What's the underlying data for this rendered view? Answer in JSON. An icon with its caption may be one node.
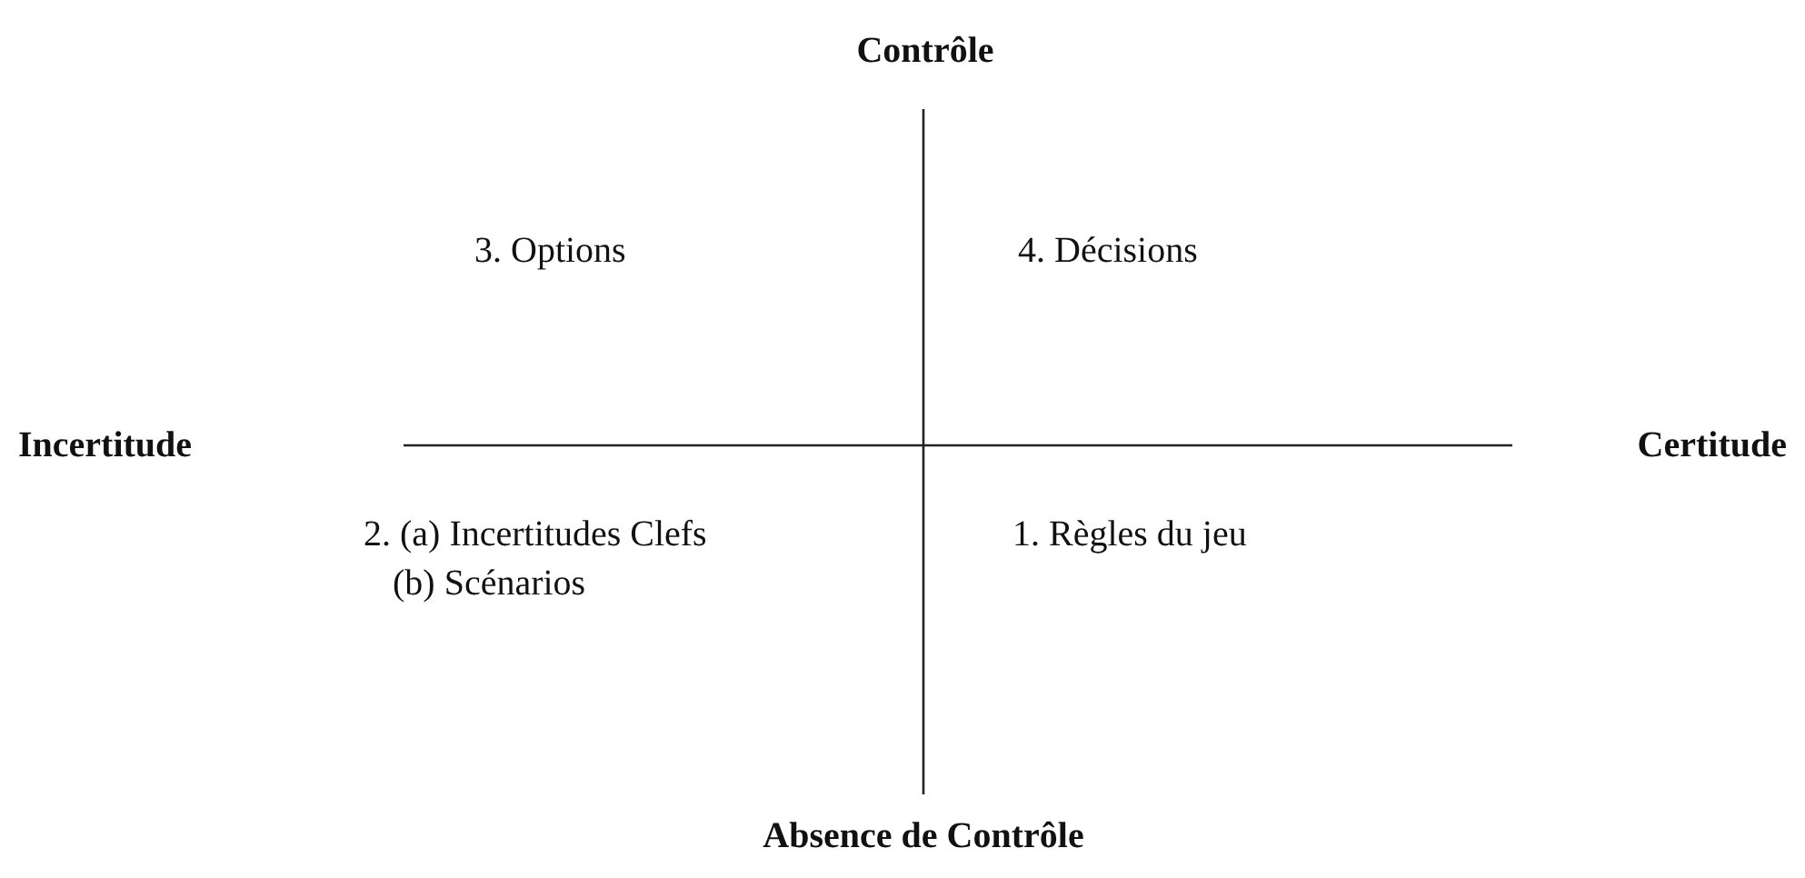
{
  "diagram": {
    "labels": [
      "Contrôle",
      "Incertitude",
      "Certitude",
      "3. Options",
      "4. Décisions",
      "2. (a) Incertitudes Clefs",
      "(b) Scénarios",
      "1. Règles du jeu",
      "Absence de Contrôle"
    ]
  }
}
